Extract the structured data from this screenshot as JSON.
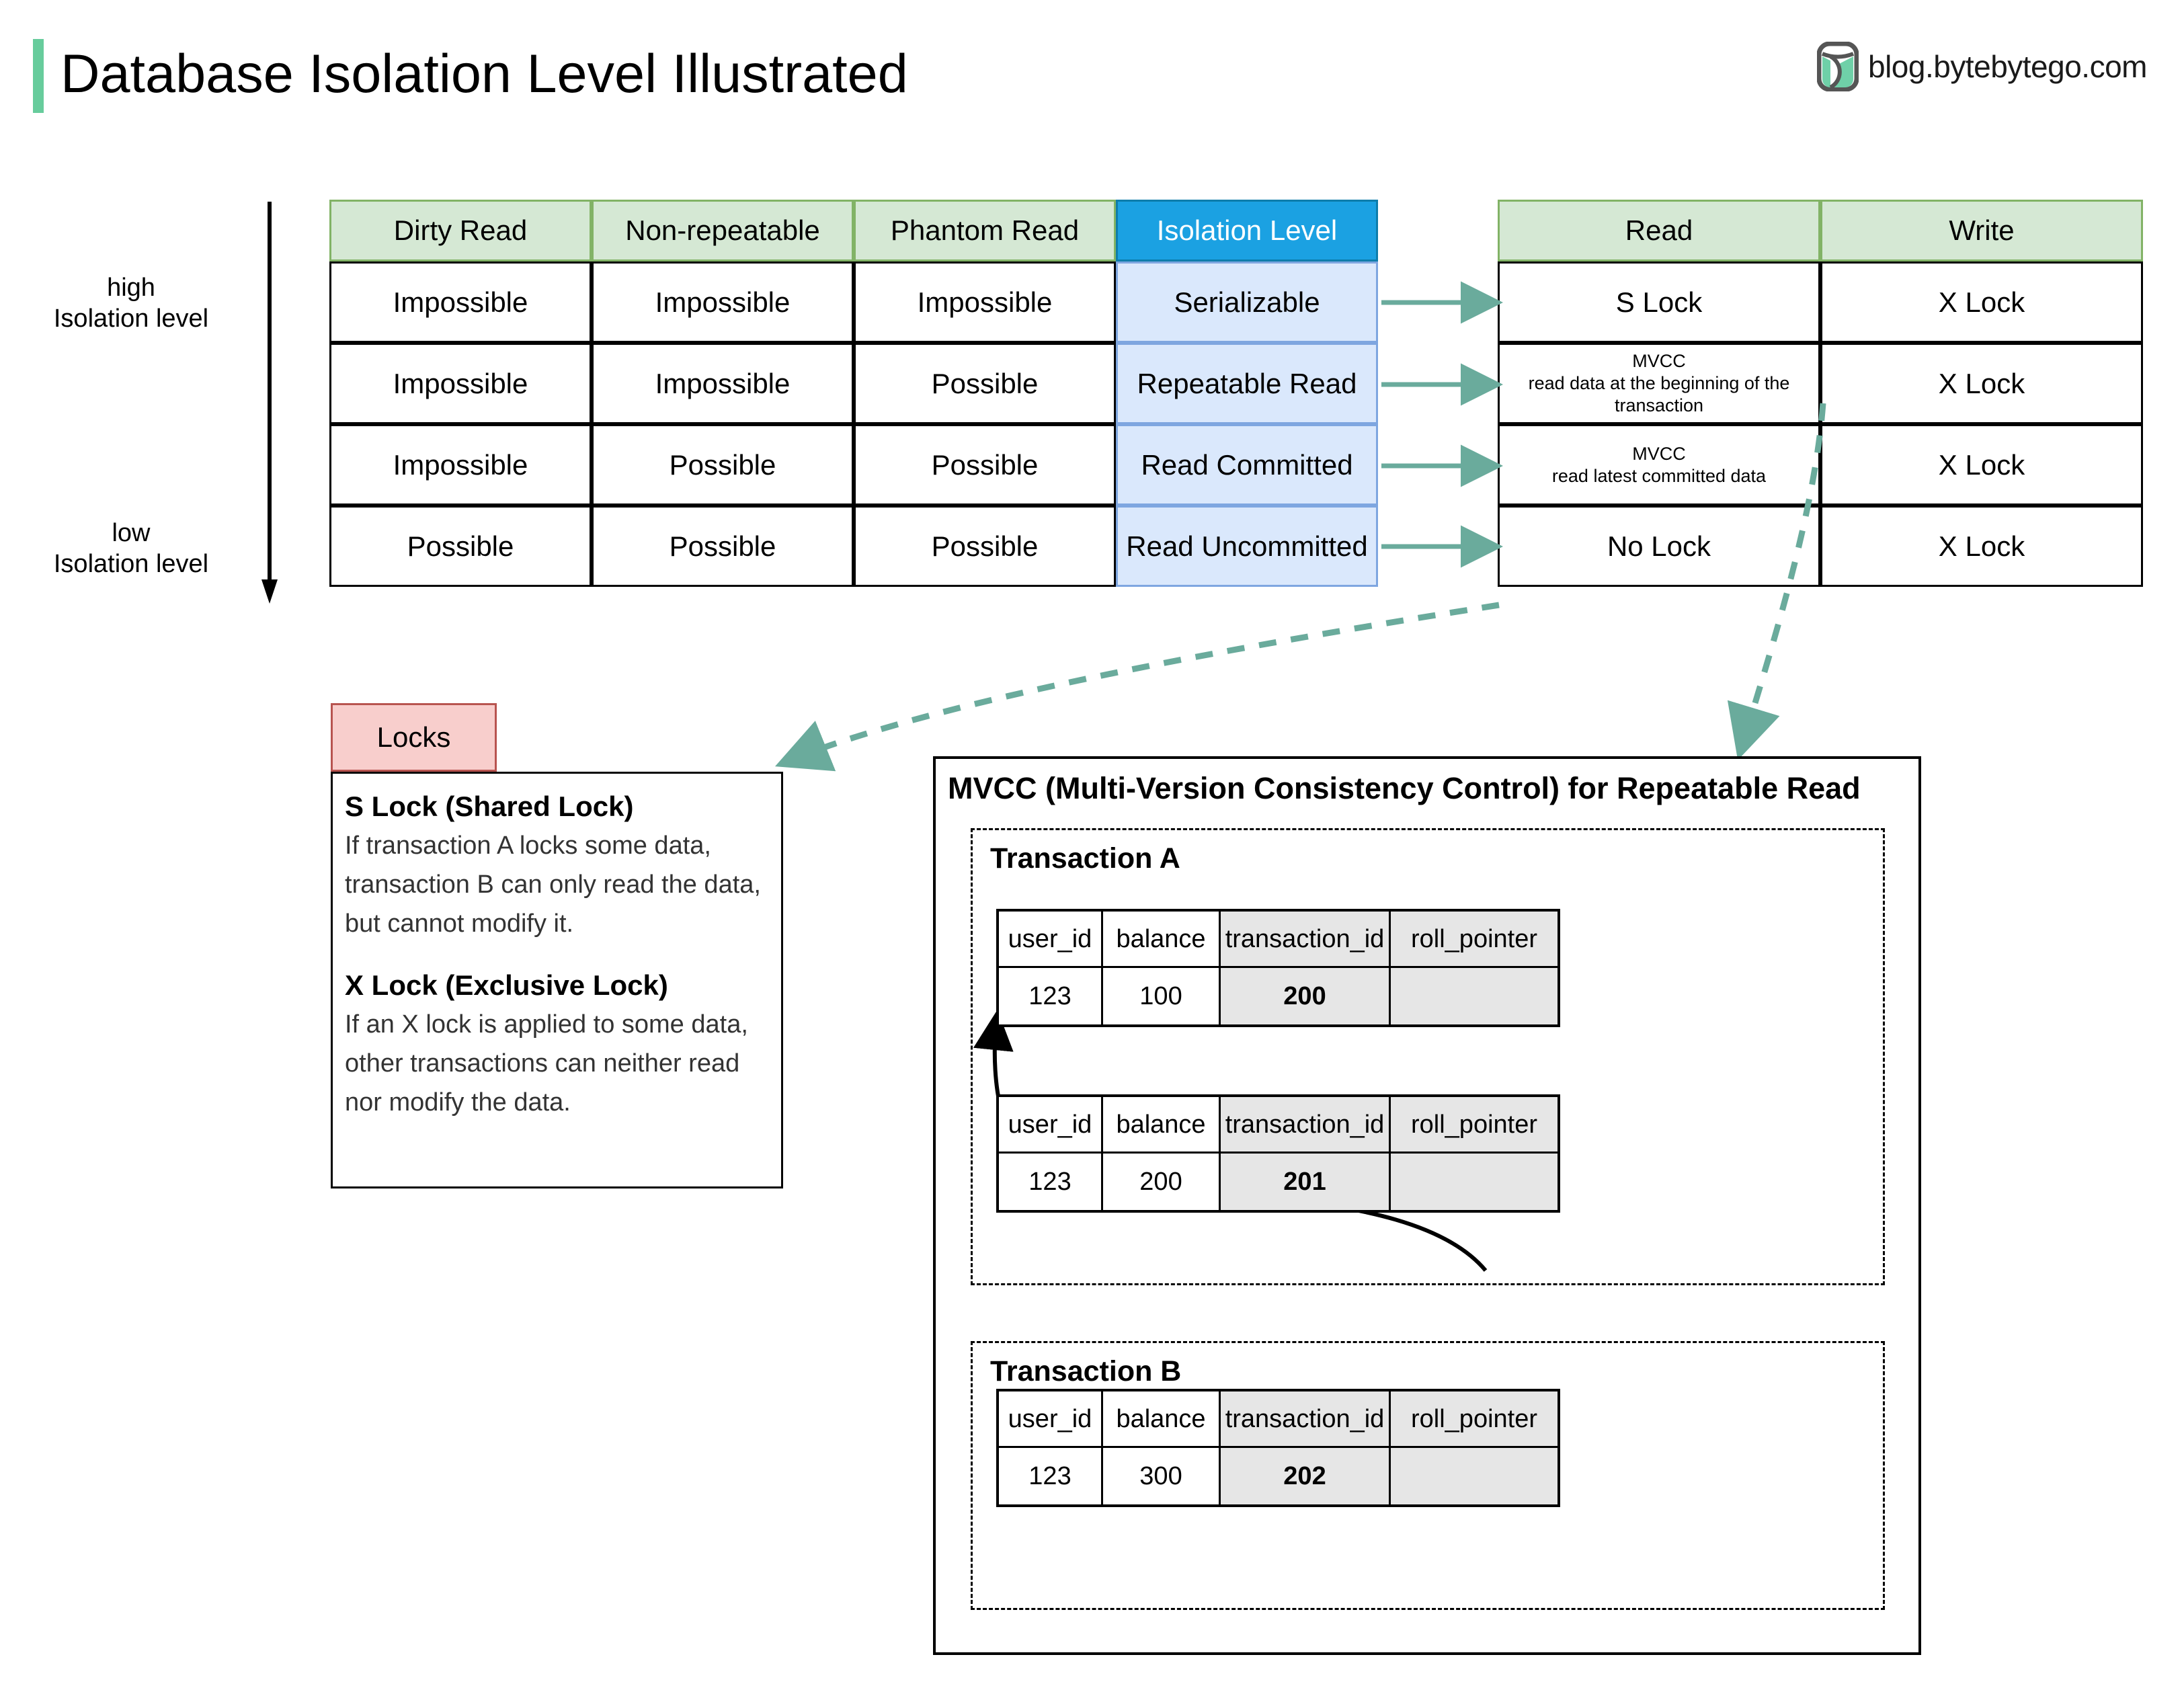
{
  "header": {
    "title": "Database Isolation Level Illustrated",
    "brand_text": "blog.bytebytego.com",
    "accent_color": "#67cc9c"
  },
  "axis": {
    "high_label": "high\nIsolation level",
    "high_line1": "high",
    "high_line2": "Isolation level",
    "low_line1": "low",
    "low_line2": "Isolation level"
  },
  "isolation_table": {
    "headers": [
      "Dirty Read",
      "Non-repeatable",
      "Phantom Read",
      "Isolation Level"
    ],
    "header_colors": [
      "#d5e8d4",
      "#d5e8d4",
      "#d5e8d4",
      "#1ba1e2"
    ],
    "rows": [
      {
        "dirty_read": "Impossible",
        "non_repeatable": "Impossible",
        "phantom_read": "Impossible",
        "isolation_level": "Serializable"
      },
      {
        "dirty_read": "Impossible",
        "non_repeatable": "Impossible",
        "phantom_read": "Possible",
        "isolation_level": "Repeatable Read"
      },
      {
        "dirty_read": "Impossible",
        "non_repeatable": "Possible",
        "phantom_read": "Possible",
        "isolation_level": "Read Committed"
      },
      {
        "dirty_read": "Possible",
        "non_repeatable": "Possible",
        "phantom_read": "Possible",
        "isolation_level": "Read Uncommitted"
      }
    ]
  },
  "lock_table": {
    "headers": [
      "Read",
      "Write"
    ],
    "rows": [
      {
        "read": "S Lock",
        "read_sub": "",
        "write": "X Lock"
      },
      {
        "read": "MVCC",
        "read_sub": "read data at the beginning of the transaction",
        "write": "X Lock"
      },
      {
        "read": "MVCC",
        "read_sub": "read latest committed data",
        "write": "X Lock"
      },
      {
        "read": "No Lock",
        "read_sub": "",
        "write": "X Lock"
      }
    ]
  },
  "locks_note": {
    "tab_label": "Locks",
    "tab_bg": "#f8cecc",
    "tab_border": "#b85450",
    "items": [
      {
        "heading": "S Lock (Shared Lock)",
        "body": "If transaction A locks some data, transaction B can only read the data, but cannot modify it."
      },
      {
        "heading": "X Lock (Exclusive Lock)",
        "body": "If an X lock is applied to some data, other transactions can neither read nor modify the data."
      }
    ]
  },
  "mvcc": {
    "title": "MVCC (Multi-Version Consistency Control) for Repeatable Read",
    "transaction_a_label": "Transaction A",
    "transaction_b_label": "Transaction B",
    "columns": [
      "user_id",
      "balance",
      "transaction_id",
      "roll_pointer"
    ],
    "transaction_a_versions": [
      {
        "user_id": "123",
        "balance": "100",
        "transaction_id": "200",
        "roll_pointer": ""
      },
      {
        "user_id": "123",
        "balance": "200",
        "transaction_id": "201",
        "roll_pointer": ""
      }
    ],
    "transaction_b_versions": [
      {
        "user_id": "123",
        "balance": "300",
        "transaction_id": "202",
        "roll_pointer": ""
      }
    ]
  },
  "colors": {
    "green_fill": "#d5e8d4",
    "green_border": "#82b366",
    "blue_fill": "#1ba1e2",
    "blue_cell": "#dae8fc",
    "blue_cell_border": "#7ea6e0",
    "teal_arrow": "#6aab9c",
    "shaded_cell": "#e6e6e6"
  }
}
